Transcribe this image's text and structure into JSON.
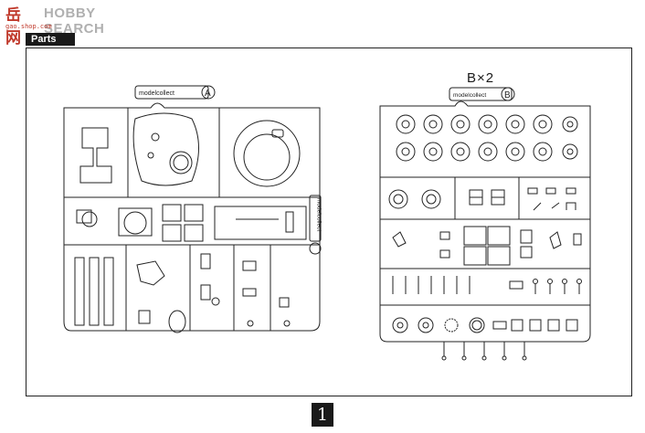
{
  "watermark": {
    "logo": "岳网",
    "site_name": "HOBBY SEARCH",
    "url": "gao.shop.com"
  },
  "section": {
    "title": "Parts"
  },
  "sprue_a": {
    "brand_tag": "modelcollect",
    "letter": "A",
    "side_tag": "modelcollect"
  },
  "sprue_b": {
    "brand_tag": "modelcollect",
    "letter": "B",
    "quantity_label": "B×2"
  },
  "page": {
    "number": "1"
  }
}
